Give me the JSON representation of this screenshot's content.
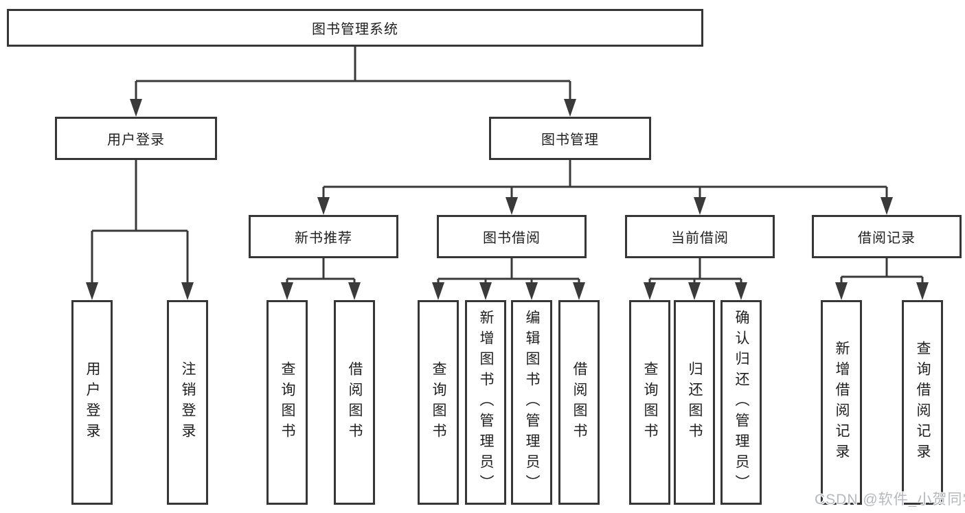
{
  "page": {
    "watermark": "CSDN @软件_小贺同学"
  },
  "colors": {
    "line": "#3a3a3a",
    "node_border": "#363636",
    "text": "#1f1f1f",
    "watermark": "#b5b9bc",
    "background": "#ffffff"
  },
  "tree": {
    "root": {
      "label": "图书管理系统"
    },
    "branches": [
      {
        "label": "用户登录",
        "children": [
          {
            "label": "用户登录"
          },
          {
            "label": "注销登录"
          }
        ]
      },
      {
        "label": "图书管理",
        "children": [
          {
            "label": "新书推荐",
            "children": [
              {
                "label": "查询图书"
              },
              {
                "label": "借阅图书"
              }
            ]
          },
          {
            "label": "图书借阅",
            "children": [
              {
                "label": "查询图书"
              },
              {
                "label": "新增图书（管理员）"
              },
              {
                "label": "编辑图书（管理员）"
              },
              {
                "label": "借阅图书"
              }
            ]
          },
          {
            "label": "当前借阅",
            "children": [
              {
                "label": "查询图书"
              },
              {
                "label": "归还图书"
              },
              {
                "label": "确认归还（管理员）"
              }
            ]
          },
          {
            "label": "借阅记录",
            "children": [
              {
                "label": "新增借阅记录"
              },
              {
                "label": "查询借阅记录"
              }
            ]
          }
        ]
      }
    ]
  }
}
